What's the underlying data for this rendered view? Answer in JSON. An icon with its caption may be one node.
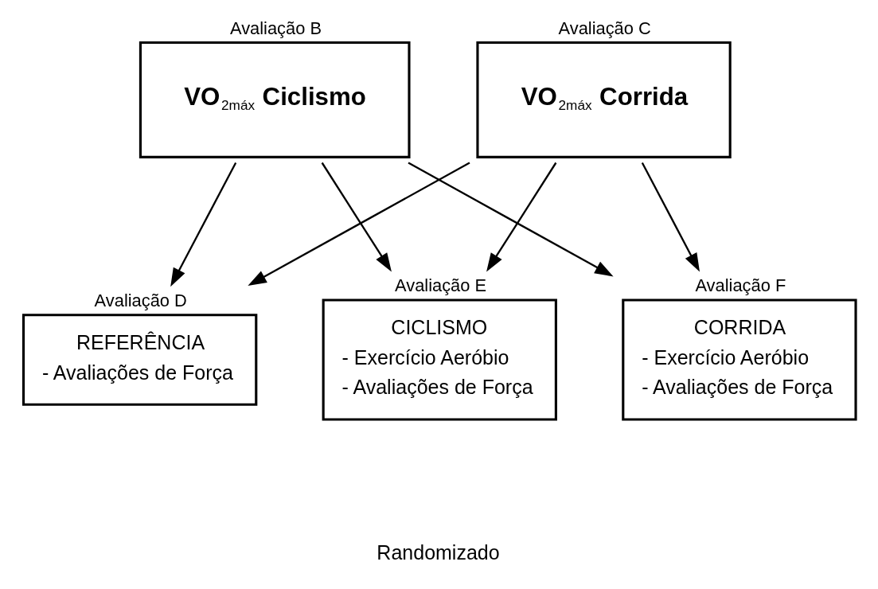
{
  "diagram": {
    "nodes": [
      {
        "text": [
          "Avaliação B",
          "VO$_{2máx}$ Ciclismo"
        ]
      },
      {
        "text": [
          "Avaliação C",
          "VO$_{2máx}$ Corrida"
        ]
      },
      {
        "text": [
          "Avaliação D",
          "REFERÊNCIA",
          "- Avaliações de Força"
        ]
      },
      {
        "text": [
          "Avaliação E",
          "CICLISMO",
          "- Exercício Aeróbio",
          "- Avaliações de Força"
        ]
      },
      {
        "text": [
          "Avaliação F",
          "CORRIDA",
          "- Exercício Aeróbio",
          "- Avaliações de Força"
        ]
      }
    ],
    "edges": [
      {
        "from": 0,
        "to": 2,
        "arrow": "to"
      },
      {
        "from": 0,
        "to": 3,
        "arrow": "to"
      },
      {
        "from": 0,
        "to": 4,
        "arrow": "to"
      },
      {
        "from": 1,
        "to": 2,
        "arrow": "to"
      },
      {
        "from": 1,
        "to": 3,
        "arrow": "to"
      },
      {
        "from": 1,
        "to": 4,
        "arrow": "to"
      }
    ],
    "labels": [
      "Randomizado"
    ]
  }
}
